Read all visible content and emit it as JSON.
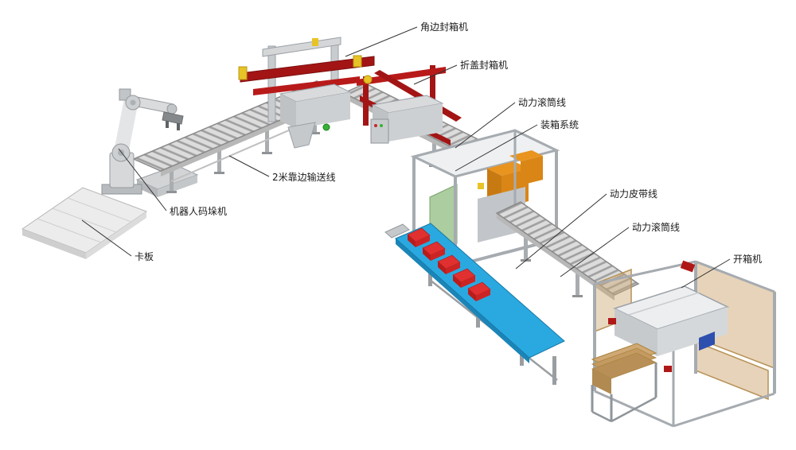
{
  "diagram": {
    "type": "packaging-line-equipment-diagram",
    "labels": [
      {
        "id": "corner-sealer",
        "text": "角边封箱机"
      },
      {
        "id": "flap-sealer",
        "text": "折盖封箱机"
      },
      {
        "id": "roller-line-upper",
        "text": "动力滚筒线"
      },
      {
        "id": "case-packer",
        "text": "装箱系统"
      },
      {
        "id": "belt-line",
        "text": "动力皮带线"
      },
      {
        "id": "roller-line-lower",
        "text": "动力滚筒线"
      },
      {
        "id": "carton-erector",
        "text": "开箱机"
      },
      {
        "id": "edge-conveyor",
        "text": "2米靠边输送线"
      },
      {
        "id": "robot-palletizer",
        "text": "机器人码垛机"
      },
      {
        "id": "pallet",
        "text": "卡板"
      }
    ],
    "colors": {
      "background": "#ffffff",
      "machine_red": "#a31515",
      "belt_blue": "#2aa9e0",
      "carton_red": "#d42020",
      "box_orange": "#e8941e",
      "cardboard_tan": "#cfa873",
      "panel_green": "#9dc48e",
      "frame_gray": "#a6abb0",
      "safety_yellow": "#e8c326",
      "leader_line": "#333333",
      "label_text": "#1a1a1a"
    }
  }
}
